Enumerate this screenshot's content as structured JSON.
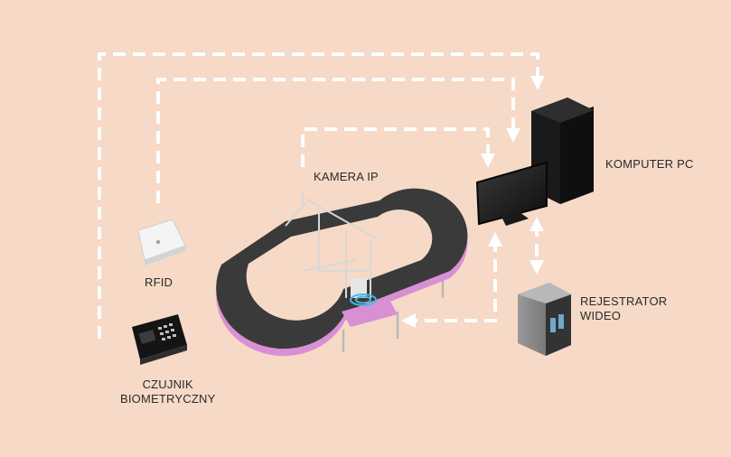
{
  "labels": {
    "kamera": "KAMERA IP",
    "komputer": "KOMPUTER PC",
    "rfid": "RFID",
    "rejestrator_1": "REJESTRATOR",
    "rejestrator_2": "WIDEO",
    "czujnik_1": "CZUJNIK",
    "czujnik_2": "BIOMETRYCZNY"
  },
  "colors": {
    "background": "#f6d9c7",
    "connector": "#ffffff",
    "belt": "#3a3a3a",
    "belt_rim": "#d98fd3",
    "device_dark": "#1c1c1c",
    "device_grey": "#6f6f6f"
  }
}
